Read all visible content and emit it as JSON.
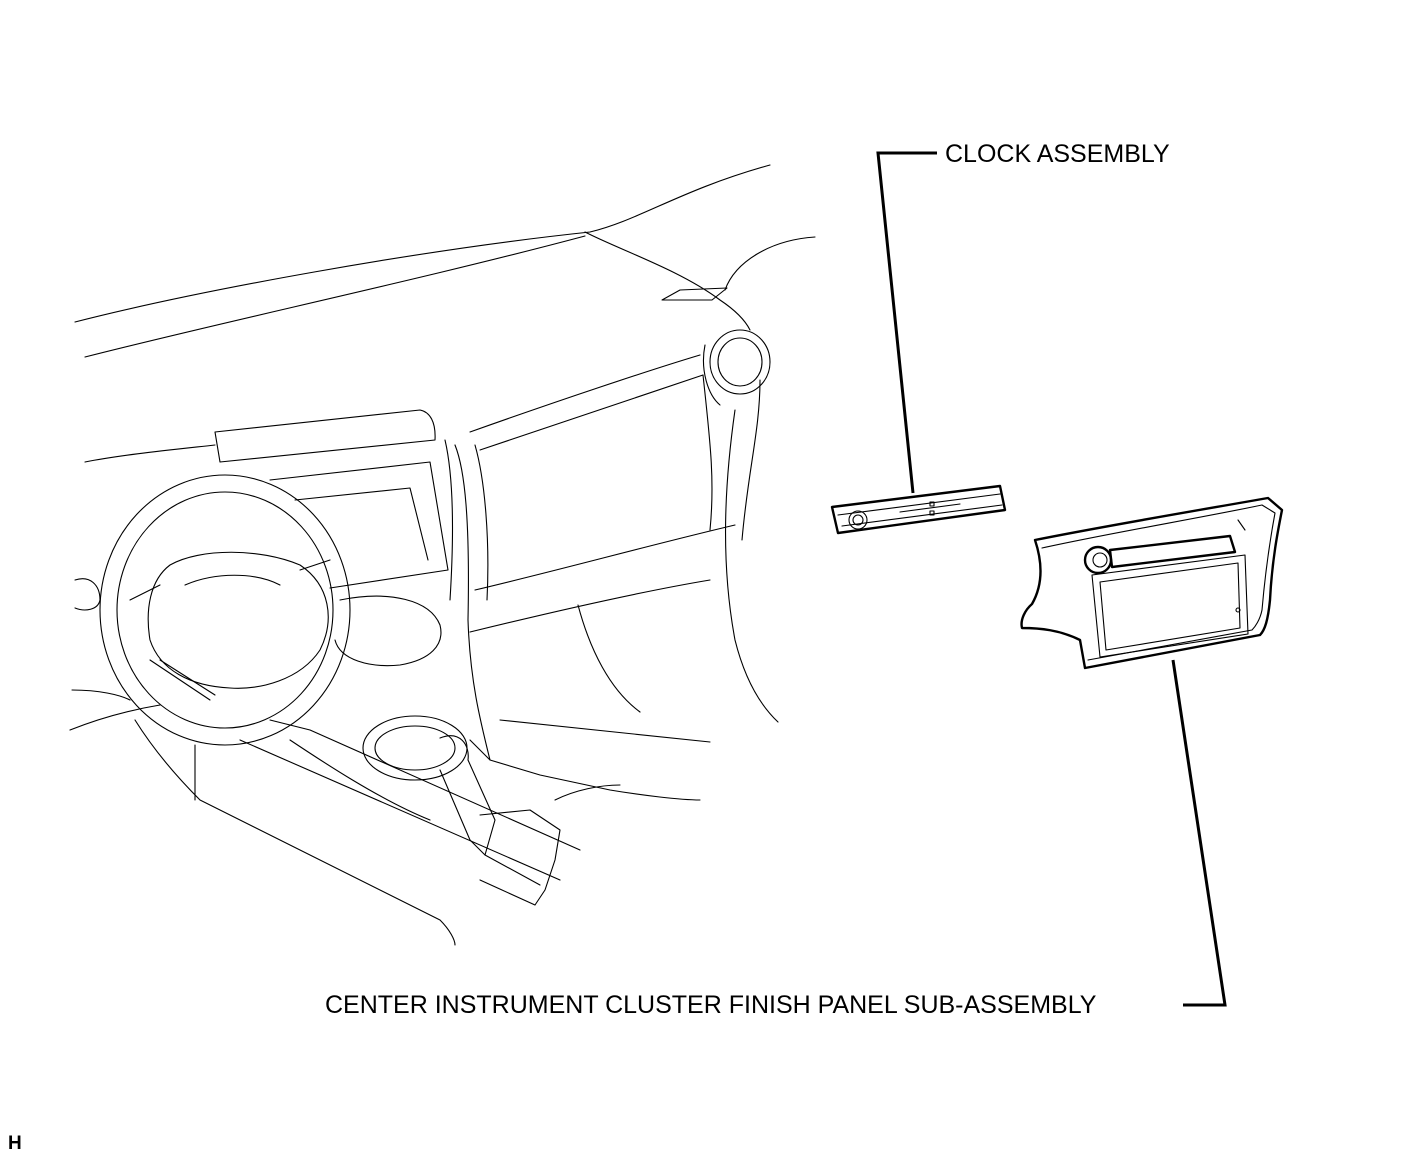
{
  "callouts": {
    "clock_assembly": "CLOCK ASSEMBLY",
    "center_panel": "CENTER INSTRUMENT CLUSTER FINISH PANEL SUB-ASSEMBLY"
  },
  "corner_code": "H",
  "colors": {
    "line": "#000000",
    "background": "#ffffff"
  }
}
